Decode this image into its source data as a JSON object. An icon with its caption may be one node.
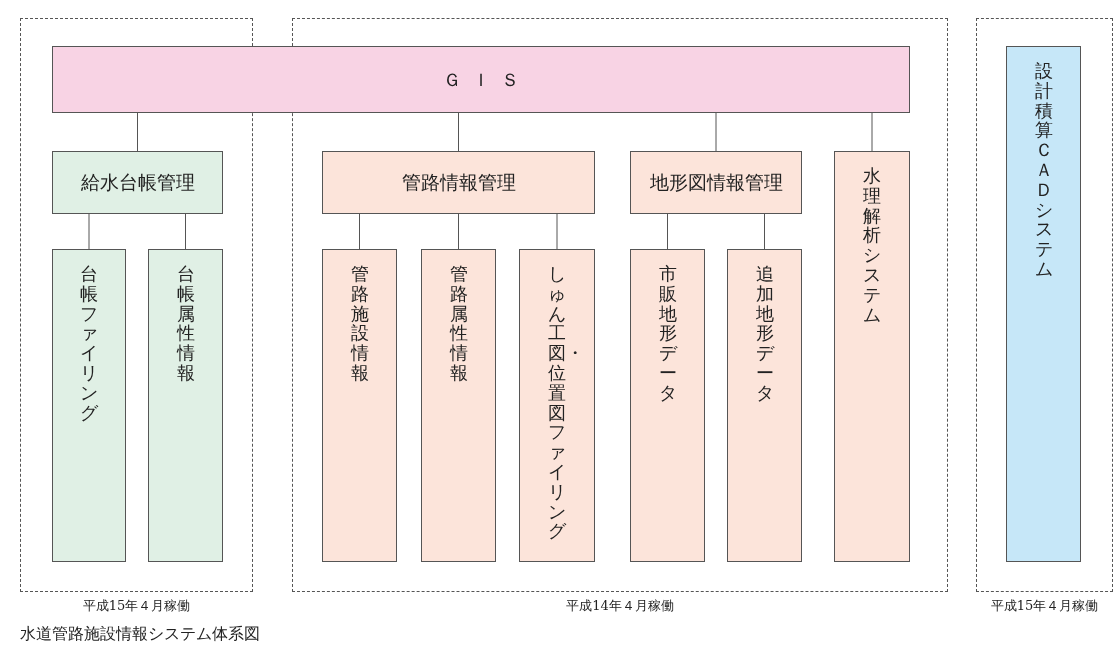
{
  "diagram": {
    "caption": "水道管路施設情報システム体系図",
    "nodes": [
      {
        "text": [
          "ＧＩＳ"
        ]
      },
      {
        "text": [
          "平成15年４月稼働"
        ]
      },
      {
        "text": [
          "給水台帳管理"
        ],
        "in": 1
      },
      {
        "text": [
          "台帳ファイリング"
        ],
        "in": 1
      },
      {
        "text": [
          "台帳属性情報"
        ],
        "in": 1
      },
      {
        "text": [
          "平成14年４月稼働"
        ]
      },
      {
        "text": [
          "管路情報管理"
        ],
        "in": 5
      },
      {
        "text": [
          "管路施設情報"
        ],
        "in": 5
      },
      {
        "text": [
          "管路属性情報"
        ],
        "in": 5
      },
      {
        "text": [
          "しゅん工図・位置図ファイリング"
        ],
        "in": 5
      },
      {
        "text": [
          "地形図情報管理"
        ],
        "in": 5
      },
      {
        "text": [
          "市販地形データ"
        ],
        "in": 5
      },
      {
        "text": [
          "追加地形データ"
        ],
        "in": 5
      },
      {
        "text": [
          "水理解析システム"
        ],
        "in": 5
      },
      {
        "text": [
          "平成15年４月稼働"
        ]
      },
      {
        "text": [
          "設計積算ＣＡＤシステム"
        ],
        "in": 14
      }
    ],
    "edges": [
      {
        "from": 0,
        "to": 2,
        "arrow": "none"
      },
      {
        "from": 0,
        "to": 6,
        "arrow": "none"
      },
      {
        "from": 0,
        "to": 10,
        "arrow": "none"
      },
      {
        "from": 0,
        "to": 13,
        "arrow": "none"
      },
      {
        "from": 2,
        "to": 3,
        "arrow": "none"
      },
      {
        "from": 2,
        "to": 4,
        "arrow": "none"
      },
      {
        "from": 6,
        "to": 7,
        "arrow": "none"
      },
      {
        "from": 6,
        "to": 8,
        "arrow": "none"
      },
      {
        "from": 6,
        "to": 9,
        "arrow": "none"
      },
      {
        "from": 10,
        "to": 11,
        "arrow": "none"
      },
      {
        "from": 10,
        "to": 12,
        "arrow": "none"
      }
    ]
  }
}
